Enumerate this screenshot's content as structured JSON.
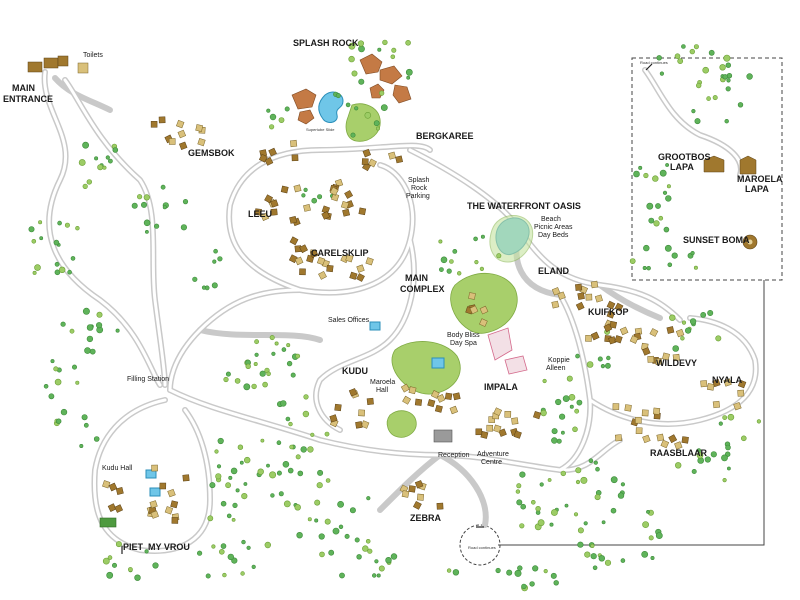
{
  "labels": {
    "main_entrance": [
      "MAIN",
      "ENTRANCE"
    ],
    "toilets": "Toilets",
    "splash_rock": "SPLASH ROCK",
    "bergkaree": "BERGKAREE",
    "gemsbok": "GEMSBOK",
    "splash_rock_parking": [
      "Splash",
      "Rock",
      "Parking"
    ],
    "leeu": "LEEU",
    "carelsklip": "CARELSKLIP",
    "waterfront_oasis": "THE WATERFRONT OASIS",
    "beach_picnic": [
      "Beach",
      "Picnic Areas",
      "Day Beds"
    ],
    "main_complex": [
      "MAIN",
      "COMPLEX"
    ],
    "eland": "ELAND",
    "sales_offices": "Sales Offices",
    "body_bliss": [
      "Body Bliss",
      "Day Spa"
    ],
    "kuifkop": "KUIFKOP",
    "koppie_alleen": [
      "Koppie",
      "Alleen"
    ],
    "wildevy": "WILDEVY",
    "nyala": "NYALA",
    "kudu": "KUDU",
    "maroela_hall": [
      "Maroela",
      "Hall"
    ],
    "impala": "IMPALA",
    "filling_station": "Filling Station",
    "kudu_hall": "Kudu Hall",
    "reception": "Reception",
    "adventure_centre": [
      "Adventure",
      "Centre"
    ],
    "raasblaar": "RAASBLAAR",
    "zebra": "ZEBRA",
    "piet_my_vrou": "PIET  MY VROU",
    "grootbos_lapa": [
      "GROOTBOS",
      "LAPA"
    ],
    "maroela_lapa": [
      "MAROELA",
      "LAPA"
    ],
    "sunset_boma": "SUNSET BOMA",
    "road_continues_top": "Road continues",
    "road_continues_bottom": "Road continues",
    "supertube": "Supertube Slide"
  },
  "colors": {
    "road": "#c9c9c9",
    "tree": "#5fb35a",
    "chalet": "#d9c07a",
    "water": "#6fc6e8",
    "rock": "#c47a45",
    "lawn": "#a8cf6b"
  }
}
